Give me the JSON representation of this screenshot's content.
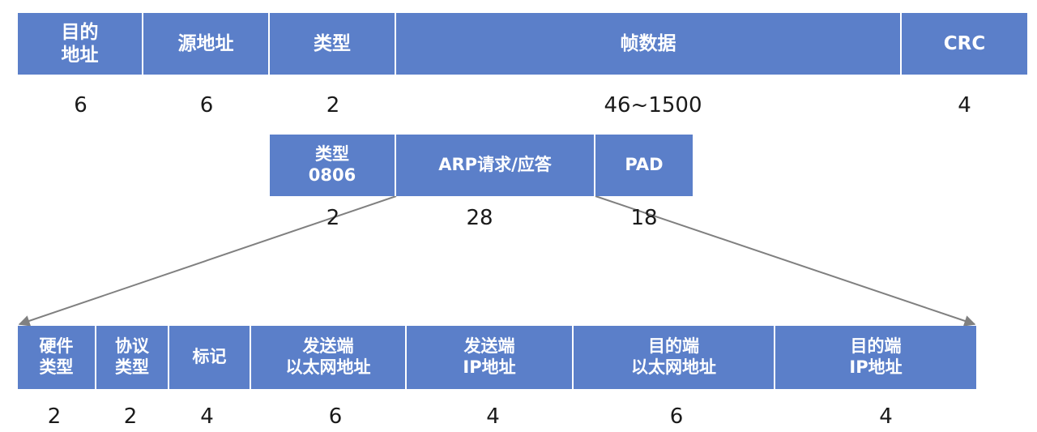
{
  "ethernet_frame": {
    "fields": [
      {
        "lines": [
          "目的",
          "地址"
        ],
        "size": "6"
      },
      {
        "lines": [
          "源地址"
        ],
        "size": "6"
      },
      {
        "lines": [
          "类型"
        ],
        "size": "2"
      },
      {
        "lines": [
          "帧数据"
        ],
        "size": "46~1500"
      },
      {
        "lines": [
          "CRC"
        ],
        "size": "4"
      }
    ]
  },
  "frame_data": {
    "fields": [
      {
        "lines": [
          "类型",
          "0806"
        ],
        "size": "2"
      },
      {
        "lines": [
          "ARP请求/应答"
        ],
        "size": "28"
      },
      {
        "lines": [
          "PAD"
        ],
        "size": "18"
      }
    ]
  },
  "arp_packet": {
    "fields": [
      {
        "lines": [
          "硬件",
          "类型"
        ],
        "size": "2"
      },
      {
        "lines": [
          "协议",
          "类型"
        ],
        "size": "2"
      },
      {
        "lines": [
          "标记"
        ],
        "size": "4"
      },
      {
        "lines": [
          "发送端",
          "以太网地址"
        ],
        "size": "6"
      },
      {
        "lines": [
          "发送端",
          "IP地址"
        ],
        "size": "4"
      },
      {
        "lines": [
          "目的端",
          "以太网地址"
        ],
        "size": "6"
      },
      {
        "lines": [
          "目的端",
          "IP地址"
        ],
        "size": "4"
      }
    ]
  },
  "colors": {
    "field_fill": "#5b7fc9",
    "field_text": "#ffffff",
    "arrow": "#808080"
  }
}
